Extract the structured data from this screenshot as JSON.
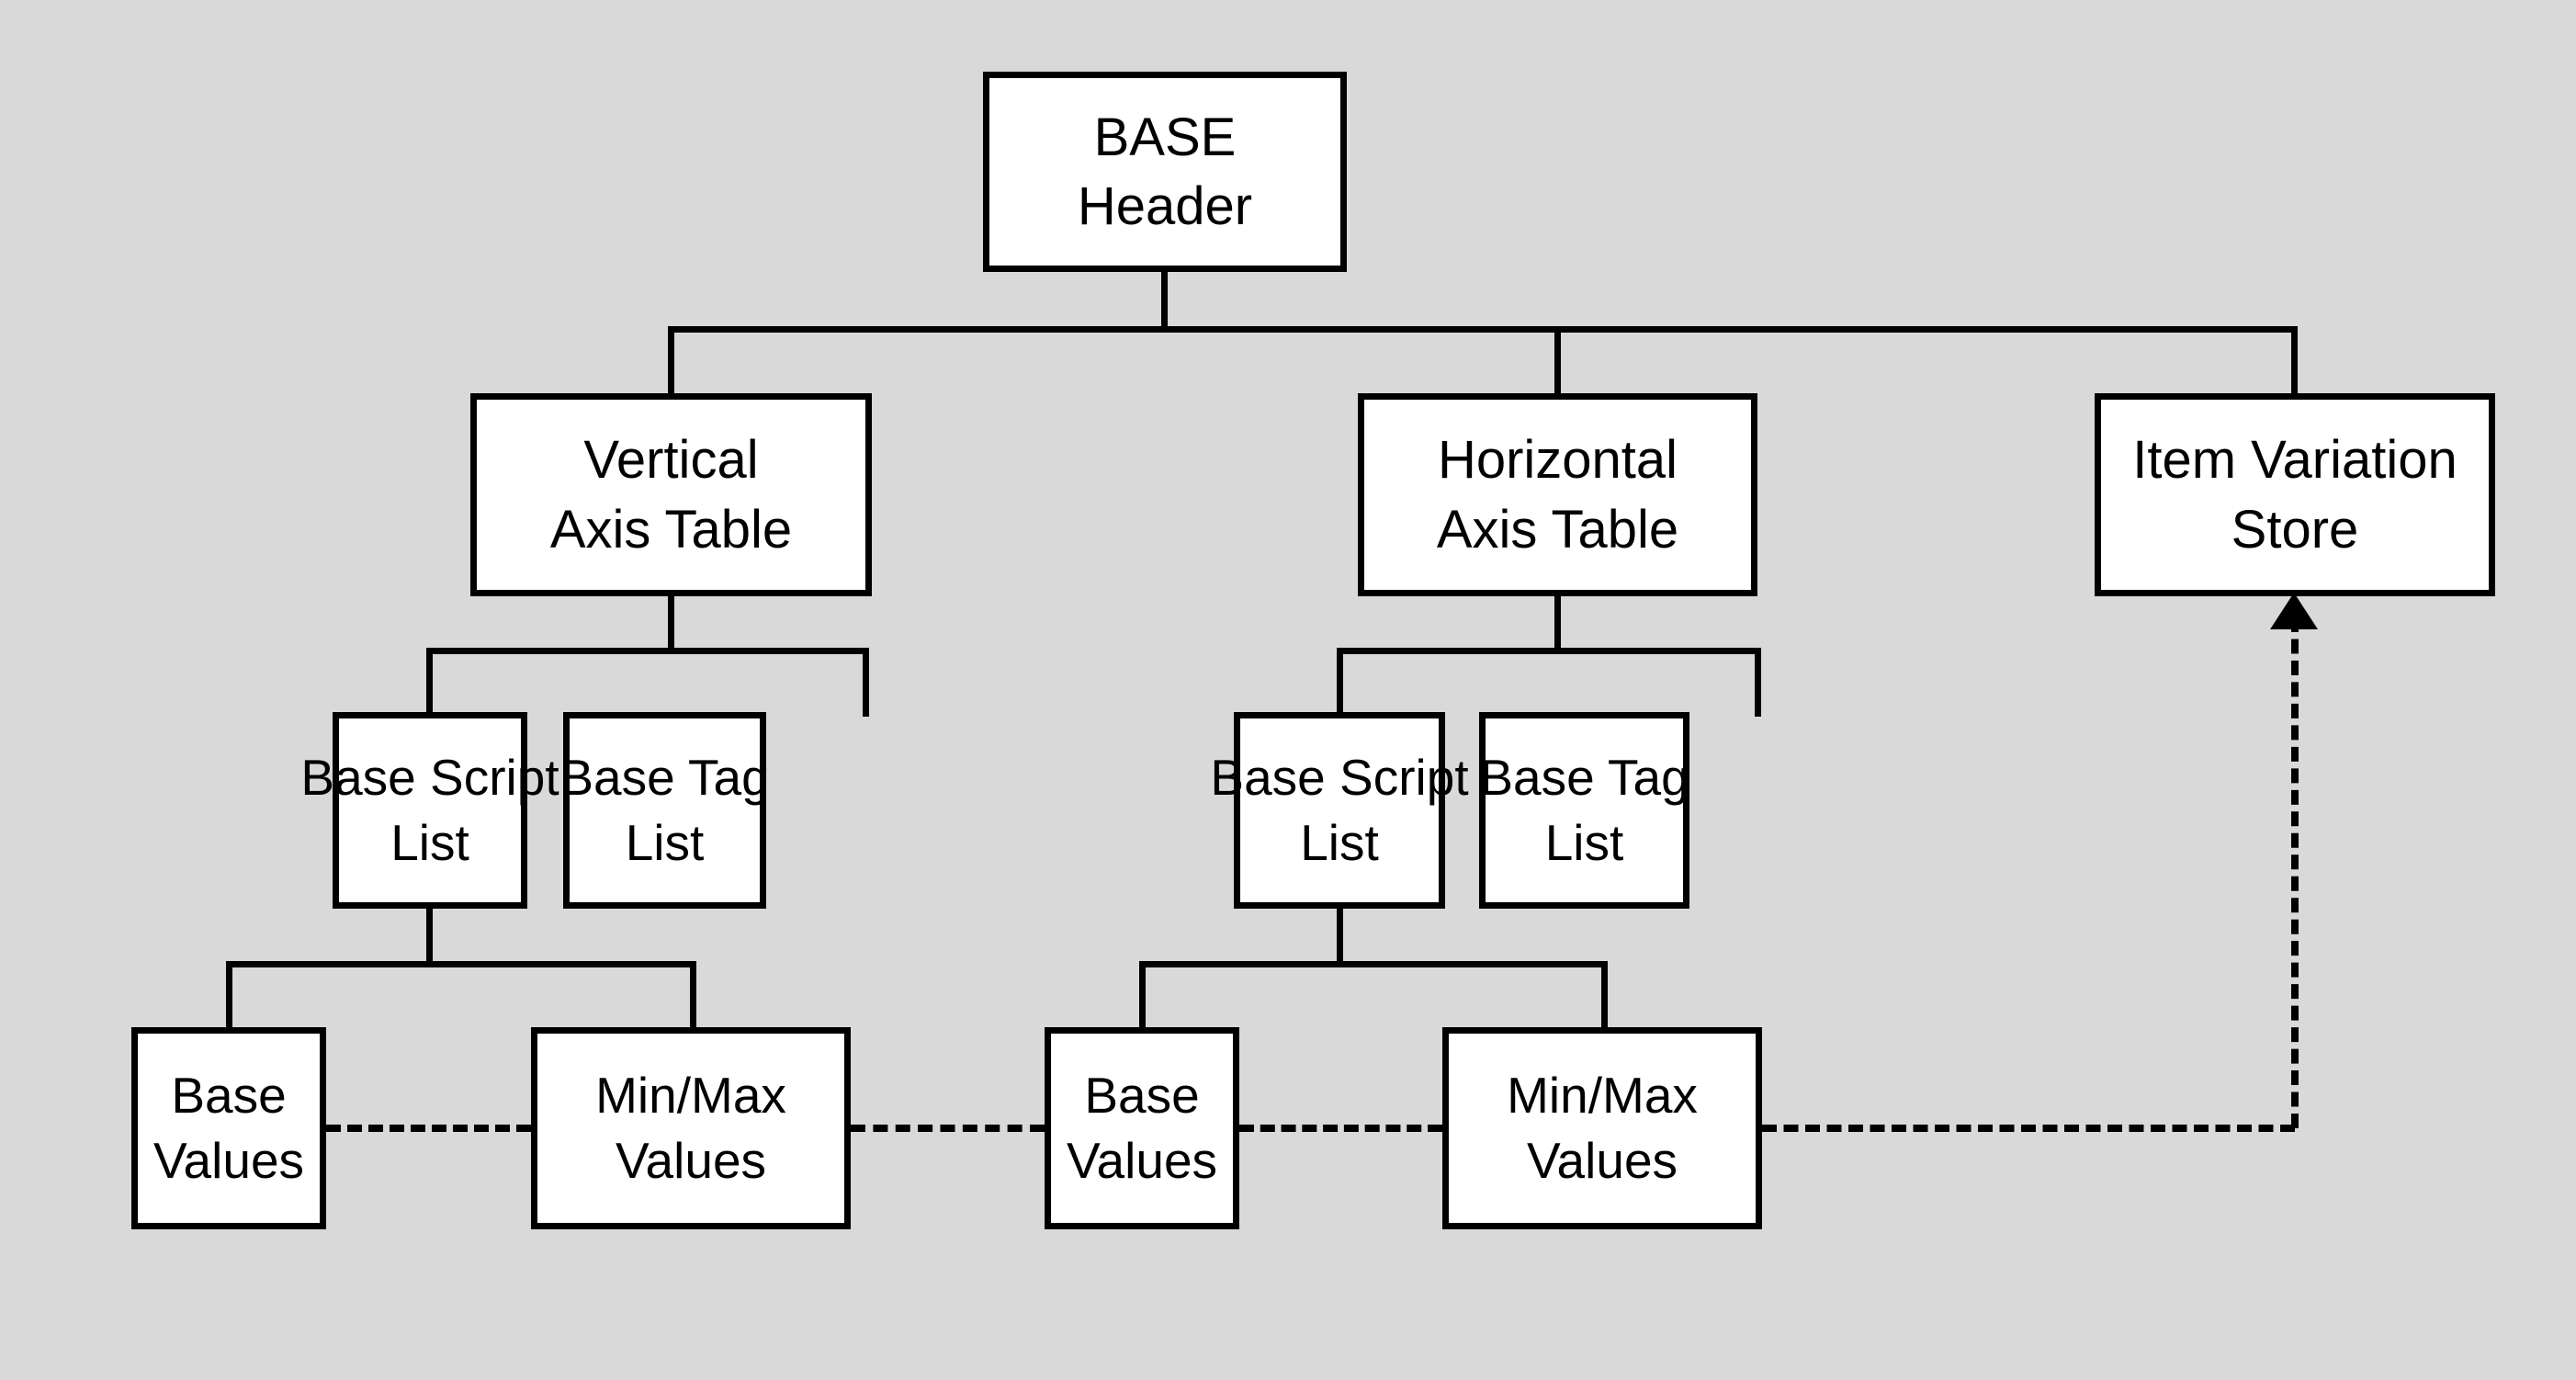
{
  "diagram": {
    "title": "BASE Table Structure",
    "background_color": "#d9d9d9",
    "node_fill": "#ffffff",
    "node_stroke": "#000000",
    "nodes": {
      "base_header": {
        "line1": "BASE",
        "line2": "Header"
      },
      "vertical_axis": {
        "line1": "Vertical",
        "line2": "Axis Table"
      },
      "horizontal_axis": {
        "line1": "Horizontal",
        "line2": "Axis Table"
      },
      "item_variation": {
        "line1": "Item Variation",
        "line2": "Store"
      },
      "base_script_list_left": {
        "line1": "Base Script",
        "line2": "List"
      },
      "base_tag_list_left": {
        "line1": "Base Tag",
        "line2": "List"
      },
      "base_script_list_right": {
        "line1": "Base Script",
        "line2": "List"
      },
      "base_tag_list_right": {
        "line1": "Base Tag",
        "line2": "List"
      },
      "base_values_left": {
        "line1": "Base",
        "line2": "Values"
      },
      "minmax_values_left": {
        "line1": "Min/Max",
        "line2": "Values"
      },
      "base_values_right": {
        "line1": "Base",
        "line2": "Values"
      },
      "minmax_values_right": {
        "line1": "Min/Max",
        "line2": "Values"
      }
    },
    "edges": {
      "solid": [
        {
          "from": "base_header",
          "to": "vertical_axis"
        },
        {
          "from": "base_header",
          "to": "horizontal_axis"
        },
        {
          "from": "base_header",
          "to": "item_variation"
        },
        {
          "from": "vertical_axis",
          "to": "base_script_list_left"
        },
        {
          "from": "vertical_axis",
          "to": "base_tag_list_left"
        },
        {
          "from": "horizontal_axis",
          "to": "base_script_list_right"
        },
        {
          "from": "horizontal_axis",
          "to": "base_tag_list_right"
        },
        {
          "from": "base_script_list_left",
          "to": "base_values_left"
        },
        {
          "from": "base_script_list_left",
          "to": "minmax_values_left"
        },
        {
          "from": "base_script_list_right",
          "to": "base_values_right"
        },
        {
          "from": "base_script_list_right",
          "to": "minmax_values_right"
        }
      ],
      "dashed": [
        {
          "from": "base_values_left",
          "to": "minmax_values_left"
        },
        {
          "from": "minmax_values_left",
          "to": "base_values_right"
        },
        {
          "from": "base_values_right",
          "to": "minmax_values_right"
        },
        {
          "from": "minmax_values_right",
          "to": "item_variation",
          "arrowhead": "up"
        }
      ]
    }
  }
}
